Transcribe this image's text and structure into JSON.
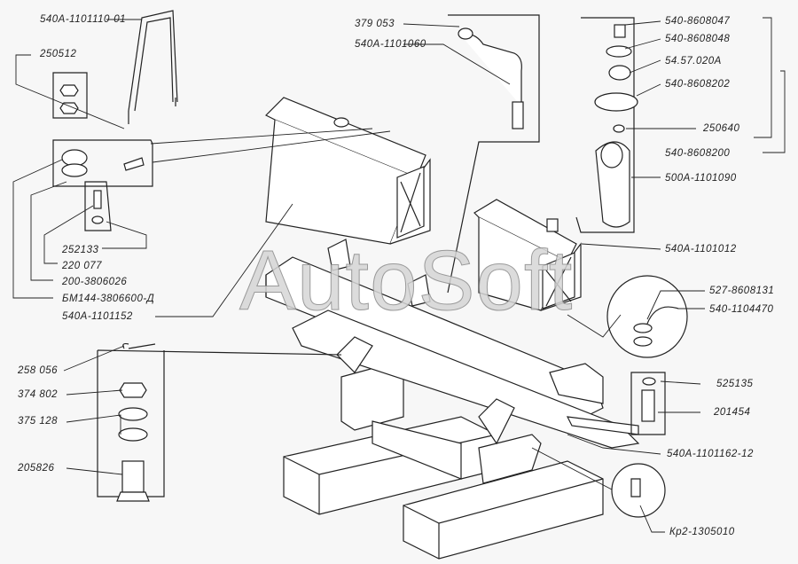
{
  "watermark": "AutoSoft",
  "labels": {
    "handle": "540А-1101110-01",
    "nuts": "250512",
    "washer_252133": "252133",
    "screw_220077": "220 077",
    "gasket": "200-3806026",
    "sensor": "БМ144-3806600-Д",
    "left_tank": "540А-1101152",
    "fitting": "379 053",
    "pipe": "540А-1101060",
    "plug": "540-8608047",
    "cap_top": "540-8608048",
    "springs": "54.57.020А",
    "cap": "540-8608202",
    "nut_250640": "250640",
    "cap_assy": "540-8608200",
    "filter": "500А-1101090",
    "right_tank": "540А-1101012",
    "hose_clip": "527-8608131",
    "hose": "540-1104470",
    "washer_525135": "525135",
    "bolt_201454": "201454",
    "bracket": "540А-1101162-12",
    "cotter_pin": "258 056",
    "castle_nut": "374 802",
    "washers": "375 128",
    "bolt_205826": "205826",
    "drain_valve": "Кр2-1305010"
  },
  "colors": {
    "line": "#222222",
    "bg": "#f7f7f7"
  }
}
